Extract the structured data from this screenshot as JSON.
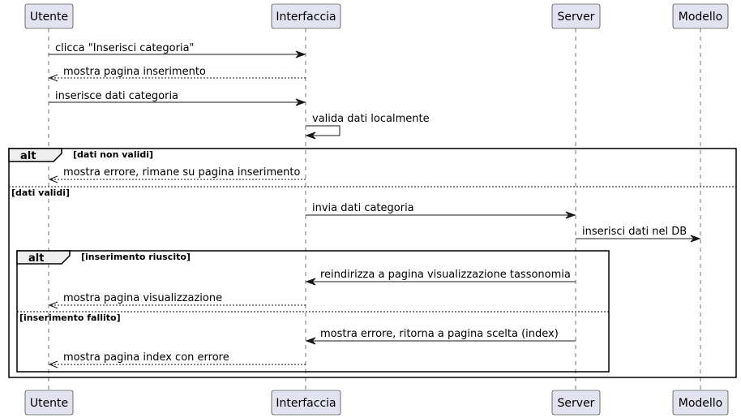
{
  "participants": [
    {
      "id": "utente",
      "name": "Utente"
    },
    {
      "id": "interfaccia",
      "name": "Interfaccia"
    },
    {
      "id": "server",
      "name": "Server"
    },
    {
      "id": "modello",
      "name": "Modello"
    }
  ],
  "messages": [
    {
      "from": "utente",
      "to": "interfaccia",
      "text": "clicca \"Inserisci categoria\"",
      "style": "solid"
    },
    {
      "from": "interfaccia",
      "to": "utente",
      "text": "mostra pagina inserimento",
      "style": "dashed"
    },
    {
      "from": "utente",
      "to": "interfaccia",
      "text": "inserisce dati categoria",
      "style": "solid"
    },
    {
      "from": "interfaccia",
      "to": "interfaccia",
      "text": "valida dati localmente",
      "style": "solid"
    },
    {
      "from": "interfaccia",
      "to": "utente",
      "text": "mostra errore, rimane su pagina inserimento",
      "style": "dashed"
    },
    {
      "from": "interfaccia",
      "to": "server",
      "text": "invia dati categoria",
      "style": "solid"
    },
    {
      "from": "server",
      "to": "modello",
      "text": "inserisci dati nel DB",
      "style": "solid"
    },
    {
      "from": "server",
      "to": "interfaccia",
      "text": "reindirizza a pagina visualizzazione tassonomia",
      "style": "solid"
    },
    {
      "from": "interfaccia",
      "to": "utente",
      "text": "mostra pagina visualizzazione",
      "style": "dashed"
    },
    {
      "from": "server",
      "to": "interfaccia",
      "text": "mostra errore, ritorna a pagina scelta (index)",
      "style": "solid"
    },
    {
      "from": "interfaccia",
      "to": "utente",
      "text": "mostra pagina index con errore",
      "style": "dashed"
    }
  ],
  "fragments": [
    {
      "keyword": "alt",
      "guard": "[dati non validi]",
      "else_guard": "[dati validi]"
    },
    {
      "keyword": "alt",
      "guard": "[inserimento riuscito]",
      "else_guard": "[inserimento fallito]"
    }
  ]
}
